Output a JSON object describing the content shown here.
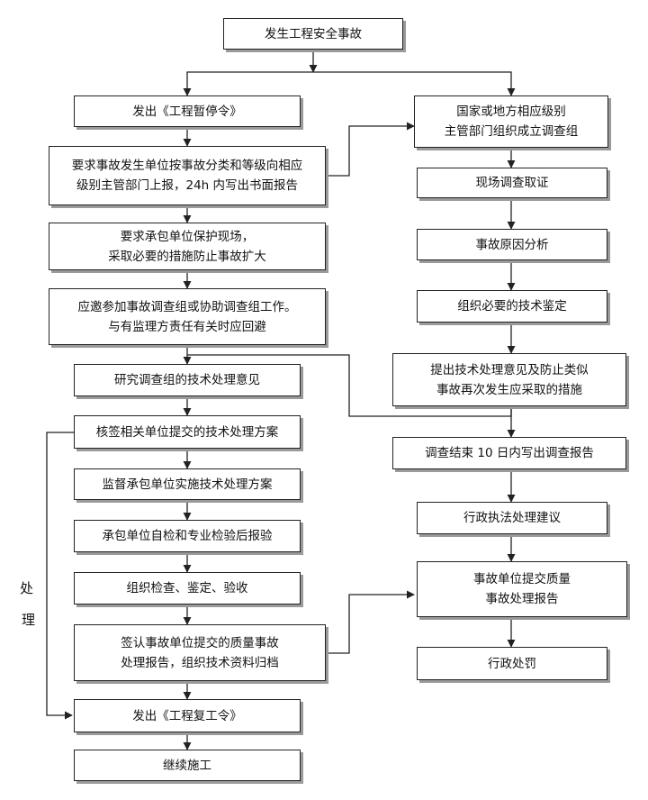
{
  "start": "发生工程安全事故",
  "left_steps": [
    "发出《工程暂停令》",
    "要求事故发生单位按事故分类和等级向相应\n级别主管部门上报，24h 内写出书面报告",
    "要求承包单位保护现场，\n采取必要的措施防止事故扩大",
    "应邀参加事故调查组或协助调查组工作。\n与有监理方责任有关时应回避",
    "研究调查组的技术处理意见",
    "核签相关单位提交的技术处理方案",
    "监督承包单位实施技术处理方案",
    "承包单位自检和专业检验后报验",
    "组织检查、鉴定、验收",
    "签认事故单位提交的质量事故\n处理报告，组织技术资料归档",
    "发出《工程复工令》",
    "继续施工"
  ],
  "right_steps": [
    "国家或地方相应级别\n主管部门组织成立调查组",
    "现场调查取证",
    "事故原因分析",
    "组织必要的技术鉴定",
    "提出技术处理意见及防止类似\n事故再次发生应采取的措施",
    "调查结束 10 日内写出调查报告",
    "行政执法处理建议",
    "事故单位提交质量\n事故处理报告",
    "行政处罚"
  ],
  "side_label": [
    "处",
    "理"
  ],
  "colors": {
    "line": "#222222",
    "shadow": "#9a9a9a",
    "background": "#ffffff"
  }
}
